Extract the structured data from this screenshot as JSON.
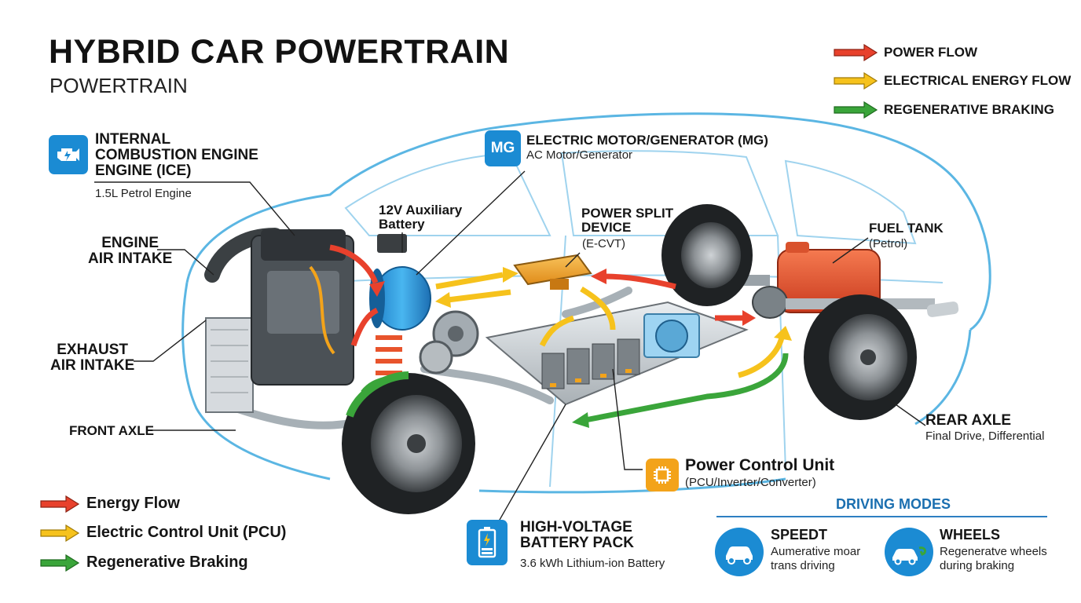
{
  "header": {
    "title": "HYBRID CAR POWERTRAIN",
    "subtitle": "POWERTRAIN"
  },
  "legend_top": [
    {
      "label": "POWER FLOW",
      "color": "#e8412c"
    },
    {
      "label": "ELECTRICAL ENERGY FLOW",
      "color": "#f6c21c"
    },
    {
      "label": "REGENERATIVE BRAKING",
      "color": "#3aa53a"
    }
  ],
  "legend_bottom": [
    {
      "label": "Energy Flow",
      "color": "#e8412c"
    },
    {
      "label": "Electric Control Unit (PCU)",
      "color": "#f6c21c"
    },
    {
      "label": "Regenerative Braking",
      "color": "#3aa53a"
    }
  ],
  "components": {
    "ice": {
      "line1": "INTERNAL",
      "line2": "COMBUSTION ENGINE",
      "line3": "ENGINE (ICE)",
      "detail": "1.5L Petrol Engine"
    },
    "mg": {
      "badge": "MG",
      "title": "ELECTRIC MOTOR/GENERATOR (MG)",
      "detail": "AC Motor/Generator"
    },
    "aux_battery": {
      "line1": "12V Auxiliary",
      "line2": "Battery"
    },
    "psd": {
      "line1": "POWER SPLIT",
      "line2": "DEVICE",
      "detail": "(E-CVT)"
    },
    "fuel_tank": {
      "title": "FUEL TANK",
      "detail": "(Petrol)"
    },
    "air_intake": {
      "line1": "ENGINE",
      "line2": "AIR INTAKE"
    },
    "exhaust": {
      "line1": "EXHAUST",
      "line2": "AIR INTAKE"
    },
    "front_axle": {
      "title": "FRONT AXLE"
    },
    "rear_axle": {
      "title": "REAR AXLE",
      "detail": "Final Drive, Differential"
    },
    "pcu": {
      "title": "Power Control Unit",
      "detail": "(PCU/Inverter/Converter)"
    },
    "hv_battery": {
      "line1": "HIGH-VOLTAGE",
      "line2": "BATTERY PACK",
      "detail": "3.6 kWh Lithium-ion Battery"
    }
  },
  "driving_modes": {
    "title": "DRIVING MODES",
    "modes": [
      {
        "title": "SPEEDT",
        "line1": "Aumerative moar",
        "line2": "trans driving"
      },
      {
        "title": "WHEELS",
        "line1": "Regeneratve wheels",
        "line2": "during braking"
      }
    ]
  },
  "colors": {
    "accent": "#1b8bd3",
    "icon_orange": "#f3a31a",
    "car_outline": "#5bb6e3"
  }
}
